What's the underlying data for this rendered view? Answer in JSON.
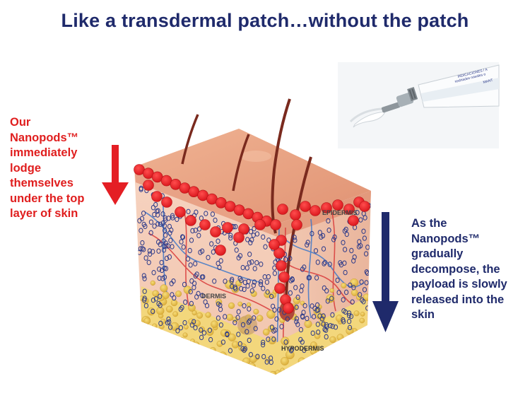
{
  "title": "Like a transdermal patch…without the patch",
  "left_annotation": {
    "lines": [
      "Our",
      "Nanopods™",
      "immediately",
      "lodge",
      "themselves",
      "under the top",
      "layer of skin"
    ],
    "color": "#e01e1e"
  },
  "right_annotation": {
    "lines": [
      "As the",
      "Nanopods™",
      "gradually",
      "decompose, the",
      "payload is slowly",
      "released into the",
      "skin"
    ],
    "color": "#1f2a6b"
  },
  "skin_labels": {
    "epidermis": "EPIDERMIS",
    "dermis": "DERMIS",
    "hypodermis": "HYPODERMIS"
  },
  "tube_label": {
    "lines": [
      "INDICACIONES / A",
      "resfriados nasales o",
      "MANT"
    ]
  },
  "colors": {
    "title": "#1f2a6b",
    "nanopod_red": "#e41e24",
    "payload_circle": "#2c3a8a",
    "epidermis": "#e8a183",
    "dermis": "#f3cdbb",
    "hypodermis_fat": "#e7c150"
  }
}
